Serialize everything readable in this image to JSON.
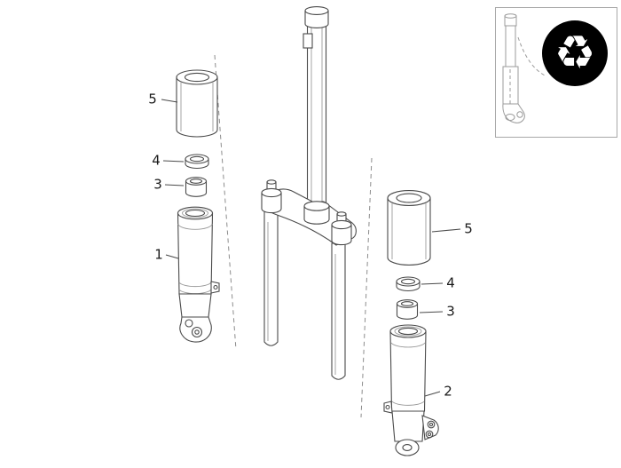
{
  "diagram": {
    "type": "exploded-parts-diagram",
    "subject": "front-fork-assembly",
    "background": "#ffffff",
    "colors": {
      "line": "#4a4a4a",
      "light_line": "#9a9a9a",
      "dashed_line": "#8c8c8c",
      "label_text": "#1a1a1a",
      "inset_border": "#a8a8a8",
      "emblem_bg": "#000000",
      "emblem_fg": "#ffffff"
    }
  },
  "callouts": [
    {
      "text": "5"
    },
    {
      "text": "4"
    },
    {
      "text": "3"
    },
    {
      "text": "1"
    },
    {
      "text": "5"
    },
    {
      "text": "4"
    },
    {
      "text": "3"
    },
    {
      "text": "2"
    }
  ],
  "inset": {
    "logo_icon": "tri-arrow-emblem-icon",
    "logo_glyph": "♻"
  }
}
